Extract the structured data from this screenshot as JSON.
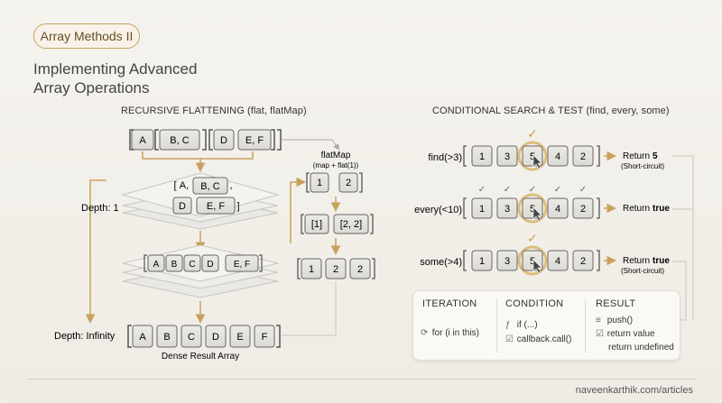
{
  "badge": "Array Methods II",
  "title": {
    "line1": "Implementing Advanced",
    "line2": "Array Operations"
  },
  "left": {
    "heading": "RECURSIVE FLATTENING (flat, flatMap)",
    "top_array": [
      "A",
      "B, C",
      "D",
      "E, F"
    ],
    "layer1_line1": [
      "A,",
      "B, C",
      ","
    ],
    "layer1_line2": [
      "D",
      "E, F"
    ],
    "layer2": [
      "A",
      "B",
      "C",
      "D",
      "E, F"
    ],
    "depth1": "Depth: 1",
    "depthInf": "Depth: Infinity",
    "result": [
      "A",
      "B",
      "C",
      "D",
      "E",
      "F"
    ],
    "result_caption": "Dense Result Array",
    "flatmap_title": "flatMap",
    "flatmap_sub": "(map + flat(1))",
    "fm_row1": [
      "1",
      "2"
    ],
    "fm_row2": [
      "[1]",
      "[2, 2]"
    ],
    "fm_row3": [
      "1",
      "2",
      "2"
    ]
  },
  "right": {
    "heading": "CONDITIONAL SEARCH & TEST (find, every, some)",
    "values": [
      "1",
      "3",
      "5",
      "4",
      "2"
    ],
    "rows": [
      {
        "label": "find(>3)",
        "ret": "Return",
        "val": "5",
        "note": "(Short-circuit)"
      },
      {
        "label": "every(<10)",
        "ret": "Return",
        "val": "true",
        "note": ""
      },
      {
        "label": "some(>4)",
        "ret": "Return",
        "val": "true",
        "note": "(Short-circuit)"
      }
    ],
    "check": "✓"
  },
  "legend": {
    "iteration": {
      "head": "ITERATION",
      "item": "for (i in this)"
    },
    "condition": {
      "head": "CONDITION",
      "item1": "if (...)",
      "item2": "callback.call()"
    },
    "result": {
      "head": "RESULT",
      "item1": "push()",
      "item2": "return value",
      "item3": "return undefined"
    }
  },
  "footer": "naveenkarthik.com/articles",
  "colors": {
    "accent": "#c9a15c",
    "box": "#e4e2dc",
    "box_border": "#6a6a6a",
    "bg": "#f2f0ea"
  }
}
